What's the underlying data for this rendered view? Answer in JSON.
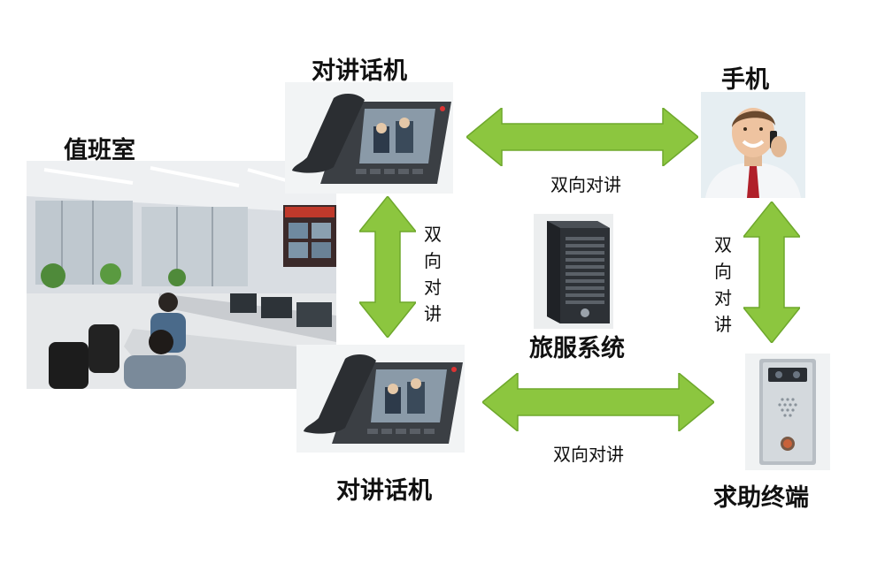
{
  "labels": {
    "duty_room": "值班室",
    "intercom_top": "对讲话机",
    "intercom_bottom": "对讲话机",
    "phone": "手机",
    "system": "旅服系统",
    "help_terminal": "求助终端"
  },
  "arrows": {
    "top_h": "双向对讲",
    "bottom_h": "双向对讲",
    "left_v": "双向对讲",
    "right_v": "双向对讲"
  },
  "colors": {
    "arrow": "#8cc63f",
    "arrow_edge": "#6ea82c"
  }
}
